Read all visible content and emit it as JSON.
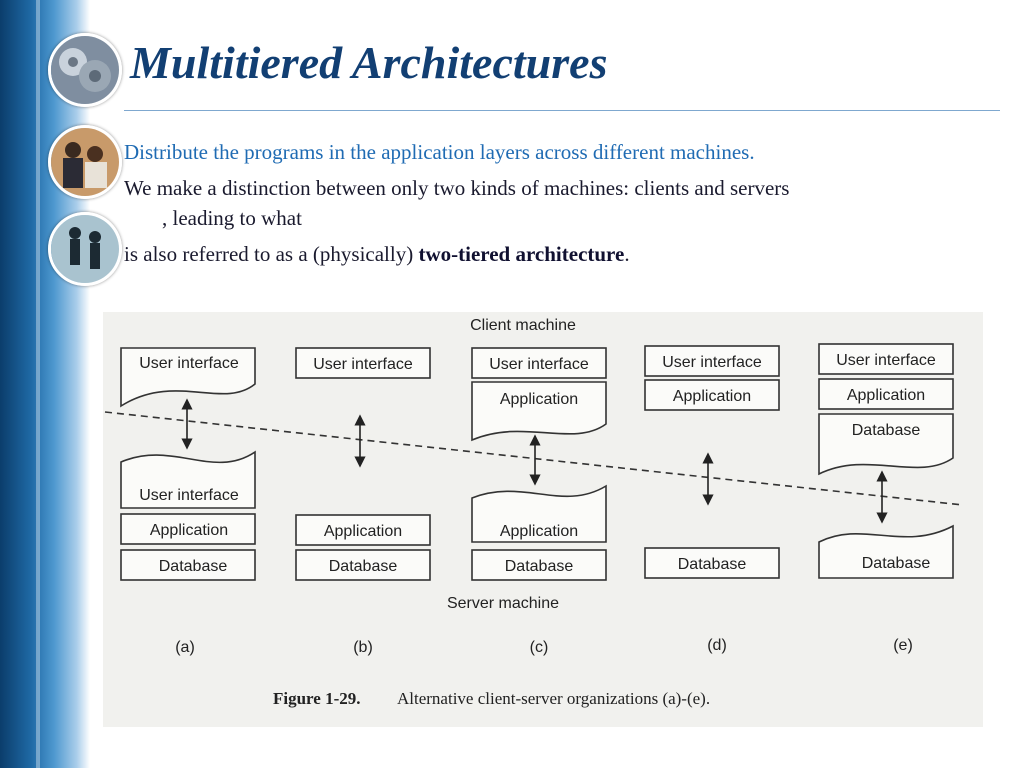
{
  "slide": {
    "title": "Multitiered Architectures",
    "bullets": {
      "line1": "Distribute the programs in the application layers across different machines.",
      "line2a": "We make a distinction between only two kinds of machines: clients and servers",
      "line2b": ", leading to what",
      "line3_pre": "is also referred to as a (physically)",
      "line3_bold": "two-tiered architecture",
      "line3_post": "."
    }
  },
  "figure": {
    "client_machine": "Client machine",
    "server_machine": "Server machine",
    "labels": {
      "user_interface": "User interface",
      "application": "Application",
      "database": "Database"
    },
    "columns": [
      "(a)",
      "(b)",
      "(c)",
      "(d)",
      "(e)"
    ],
    "caption_label": "Figure 1-29.",
    "caption_text": "Alternative client-server organizations (a)-(e)."
  },
  "colors": {
    "title": "#123f73",
    "accent_text": "#1f6bb3",
    "sidebar": "#1f6aa6"
  }
}
